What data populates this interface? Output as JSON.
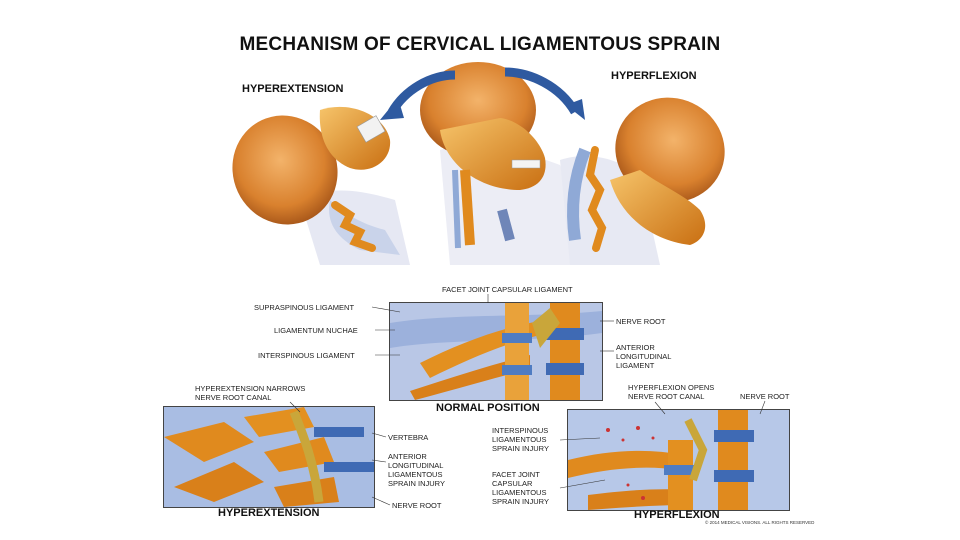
{
  "title": "MECHANISM OF CERVICAL LIGAMENTOUS SPRAIN",
  "top": {
    "hyperextension_label": "HYPEREXTENSION",
    "hyperflexion_label": "HYPERFLEXION"
  },
  "normal_panel": {
    "caption": "NORMAL POSITION",
    "labels": {
      "facet_joint": "FACET JOINT CAPSULAR LIGAMENT",
      "supraspinous": "SUPRASPINOUS LIGAMENT",
      "nuchae": "LIGAMENTUM NUCHAE",
      "interspinous": "INTERSPINOUS LIGAMENT",
      "nerve_root": "NERVE ROOT",
      "anterior_1": "ANTERIOR",
      "anterior_2": "LONGITUDINAL",
      "anterior_3": "LIGAMENT"
    }
  },
  "extension_panel": {
    "caption": "HYPEREXTENSION",
    "labels": {
      "narrows_1": "HYPEREXTENSION NARROWS",
      "narrows_2": "NERVE ROOT CANAL",
      "vertebra": "VERTEBRA",
      "anterior_1": "ANTERIOR",
      "anterior_2": "LONGITUDINAL",
      "anterior_3": "LIGAMENTOUS",
      "anterior_4": "SPRAIN INJURY",
      "nerve_root": "NERVE ROOT"
    }
  },
  "flexion_panel": {
    "caption": "HYPERFLEXION",
    "labels": {
      "opens_1": "HYPERFLEXION OPENS",
      "opens_2": "NERVE ROOT CANAL",
      "nerve_root": "NERVE ROOT",
      "interspinous_1": "INTERSPINOUS",
      "interspinous_2": "LIGAMENTOUS",
      "interspinous_3": "SPRAIN INJURY",
      "facet_1": "FACET JOINT",
      "facet_2": "CAPSULAR",
      "facet_3": "LIGAMENTOUS",
      "facet_4": "SPRAIN INJURY"
    }
  },
  "footnote": "© 2014 MEDICAL VISIONS. ALL RIGHTS RESERVED",
  "colors": {
    "bone": "#e08a1e",
    "brain": "#d9812e",
    "ligament": "#8fa9d6",
    "arrow": "#2f5aa0"
  }
}
